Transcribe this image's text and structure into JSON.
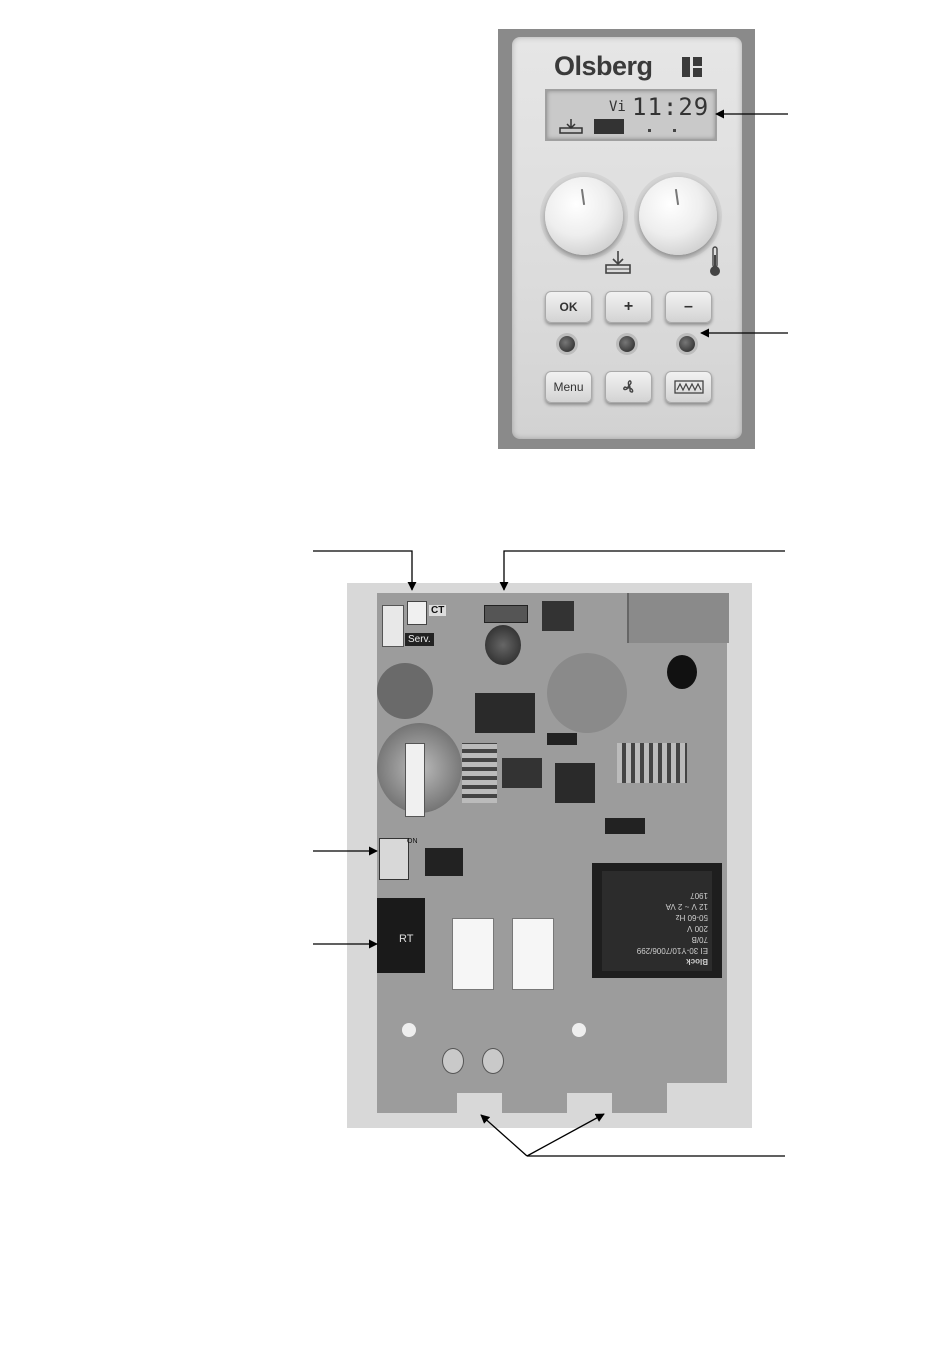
{
  "control_panel": {
    "brand": "Olsberg",
    "lcd": {
      "day": "Vi",
      "time": "11:29"
    },
    "buttons": {
      "ok": "OK",
      "plus": "+",
      "minus": "–",
      "menu": "Menu"
    },
    "icons": [
      "storage-heater-icon",
      "thermometer-icon",
      "fan-icon",
      "heating-element-icon"
    ]
  },
  "pcb": {
    "silkscreen": {
      "ct": "CT",
      "serv": "Serv.",
      "rt": "RT",
      "on": "ON",
      "transformer_brand": "Block",
      "transformer_lines": [
        "EI 30-Y10/7006/299",
        "70/B",
        "200 V",
        "50-60 Hz",
        "12 V ~ 2 VA",
        "1907"
      ]
    }
  },
  "colors": {
    "panel_face": "#e0e0e0",
    "pcb_board": "#9c9c9c",
    "arrow": "#000000"
  }
}
